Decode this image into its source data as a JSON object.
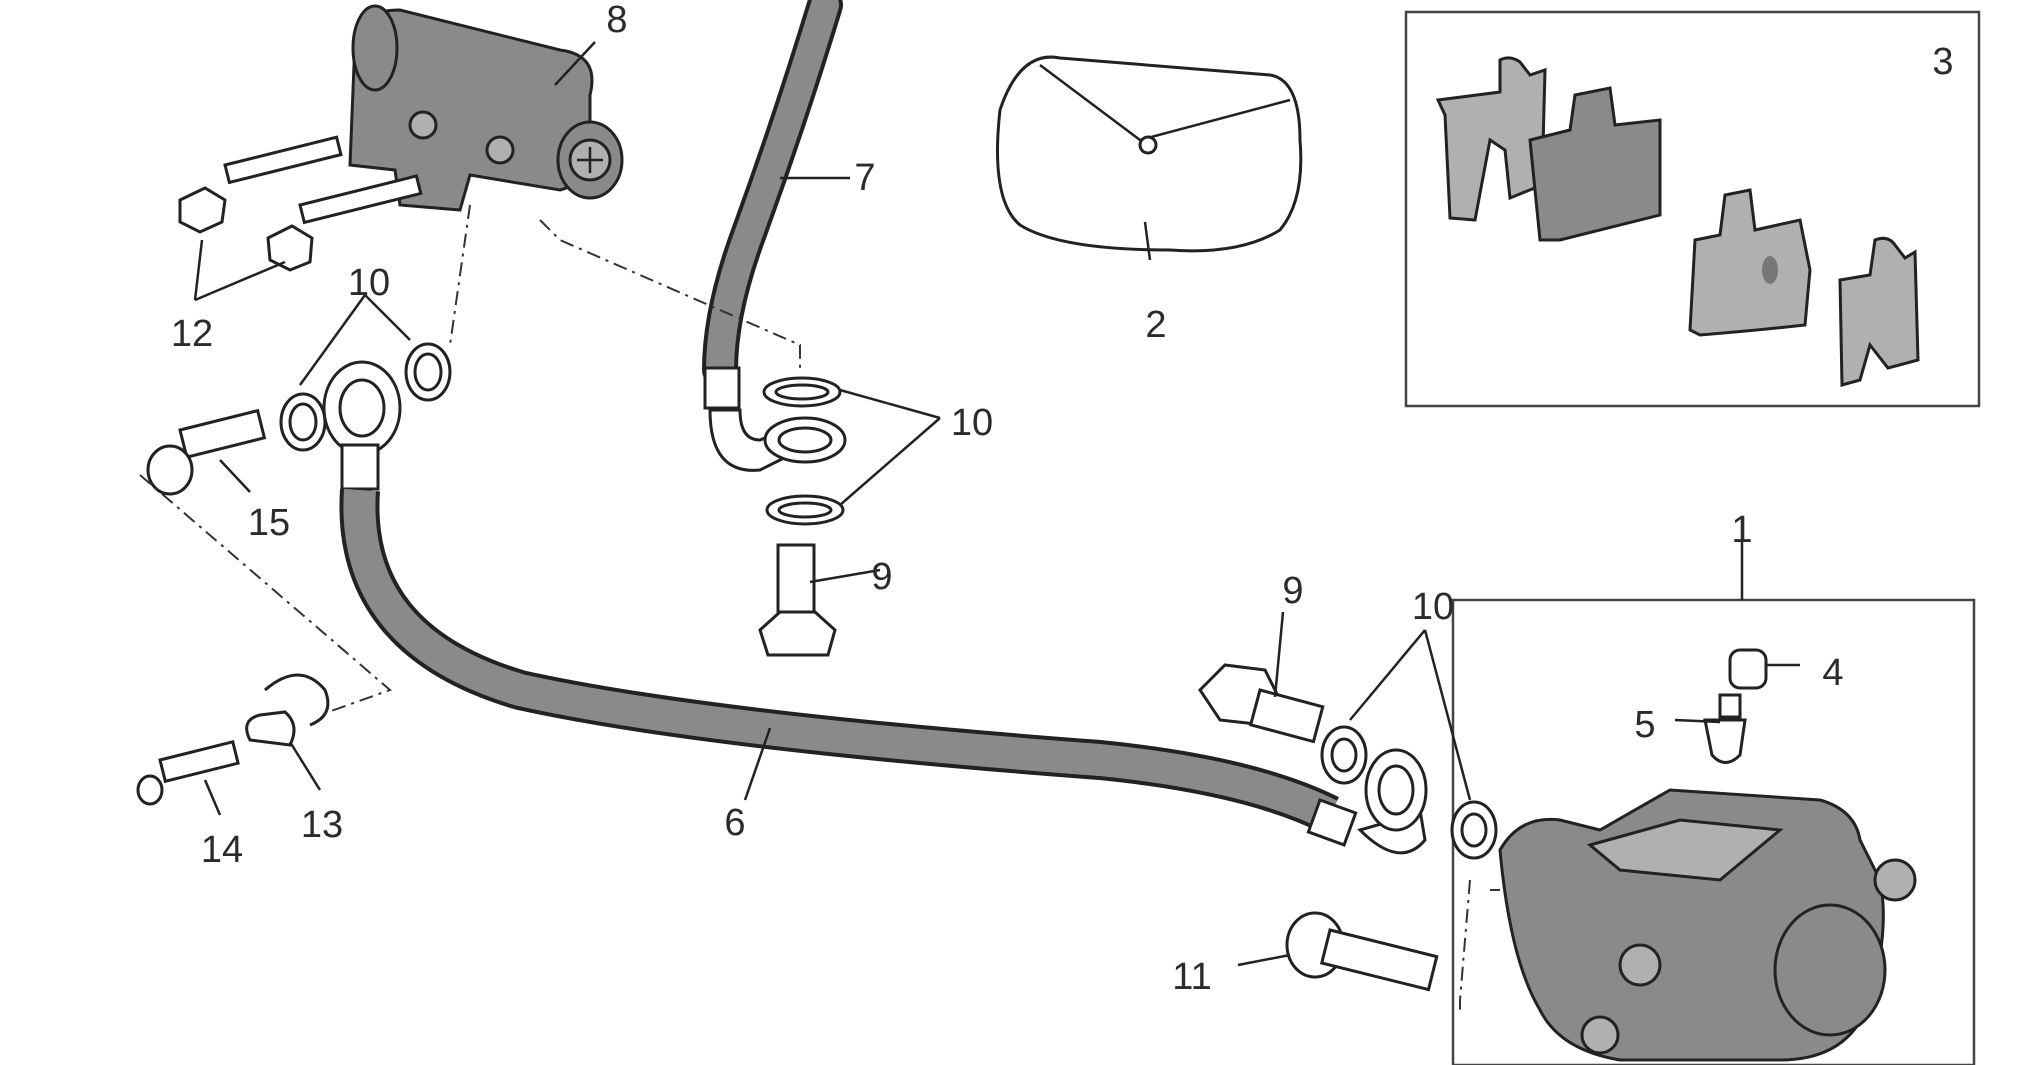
{
  "callouts": {
    "c1": "1",
    "c2": "2",
    "c3": "3",
    "c4": "4",
    "c5": "5",
    "c6": "6",
    "c7": "7",
    "c8": "8",
    "c9a": "9",
    "c9b": "9",
    "c10a": "10",
    "c10b": "10",
    "c10c": "10",
    "c11": "11",
    "c12": "12",
    "c13": "13",
    "c14": "14",
    "c15": "15"
  }
}
